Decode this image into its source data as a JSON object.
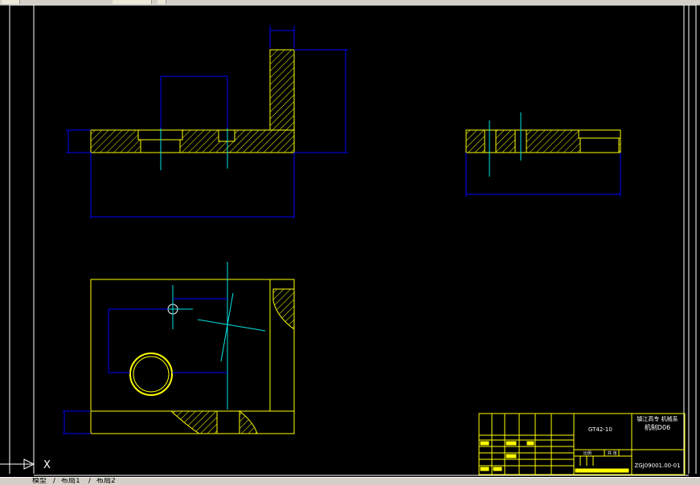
{
  "layout_tabs": {
    "model": "模型",
    "layout1": "布局1",
    "layout2": "布局2",
    "separator": "/"
  },
  "title_block": {
    "part_name": "GT42-10",
    "school_line1": "镇江高专 机械系",
    "school_line2": "机制D06",
    "drawing_number": "ZGJ09001.00-01",
    "label_scale_a": "比例",
    "label_scale_b": "共 张"
  },
  "ucs": {
    "x_label": "X"
  },
  "colors": {
    "background": "#000000",
    "geometry": "#ffff00",
    "dimension": "#0000ff",
    "centerline": "#00e5e5",
    "border": "#ffffff",
    "titleblock": "#ffff00"
  }
}
